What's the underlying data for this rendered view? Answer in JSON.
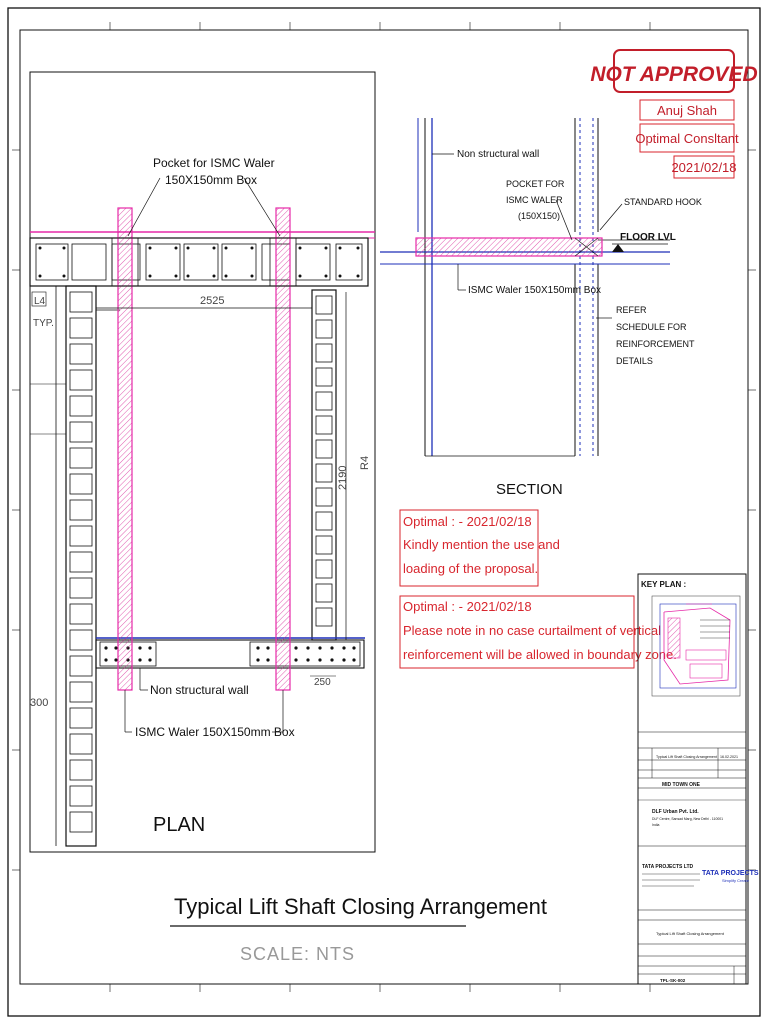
{
  "stamp": {
    "status": "NOT APPROVED",
    "name": "Anuj Shah",
    "company": "Optimal Consltant",
    "date": "2021/02/18"
  },
  "plan": {
    "pocket_label_1": "Pocket for ISMC Waler",
    "pocket_label_2": "150X150mm Box",
    "dim_width": "2525",
    "dim_height": "2190",
    "dim_r4": "R4",
    "dim_250": "250",
    "dim_l4": "L4",
    "dim_typ": "TYP.",
    "dim_300": "300",
    "non_structural_wall": "Non structural wall",
    "waler_label": "ISMC Waler 150X150mm Box",
    "title": "PLAN"
  },
  "section": {
    "non_structural_wall": "Non structural wall",
    "pocket_1": "POCKET FOR",
    "pocket_2": "ISMC WALER",
    "pocket_3": "(150X150)",
    "standard_hook": "STANDARD HOOK",
    "floor_lvl": "FLOOR LVL",
    "waler_label": "ISMC Waler 150X150mm Box",
    "refer_1": "REFER",
    "refer_2": "SCHEDULE  FOR",
    "refer_3": "REINFORCEMENT",
    "refer_4": "DETAILS",
    "title": "SECTION"
  },
  "comments": [
    {
      "header": "Optimal : - 2021/02/18",
      "lines": [
        "Kindly mention the use and",
        "loading of the proposal."
      ]
    },
    {
      "header": "Optimal : - 2021/02/18",
      "lines": [
        "Please note in no case curtailment of vertical",
        "reinforcement will be allowed in boundary zone."
      ]
    }
  ],
  "drawing": {
    "title": "Typical Lift Shaft Closing Arrangement",
    "scale": "SCALE:  NTS"
  },
  "title_block": {
    "key_plan": "KEY PLAN :",
    "project": "MID TOWN ONE",
    "client_name": "DLF Urban Pvt. Ltd.",
    "client_addr_1": "DLF Centre, Sansad Marg, New Delhi - 110001",
    "client_addr_2": "India",
    "contractor_name": "TATA PROJECTS LTD",
    "logo_text": "TATA PROJECTS",
    "logo_tagline": "Simplify Create",
    "drawing_title": "Typical Lift Shaft Closing Arrangement",
    "revision_text": "Typical Lift Shaft Closing Arrangement",
    "revision_date": "16.02.2021",
    "drawing_no": "TPL-SK-002"
  },
  "colors": {
    "stamp_red": "#c21e2a",
    "comment_red": "#d8262e",
    "slab_magenta": "#e62aa8",
    "pocket_magenta": "#d4138f",
    "level_blue": "#1d2fb8",
    "line_black": "#111111"
  }
}
